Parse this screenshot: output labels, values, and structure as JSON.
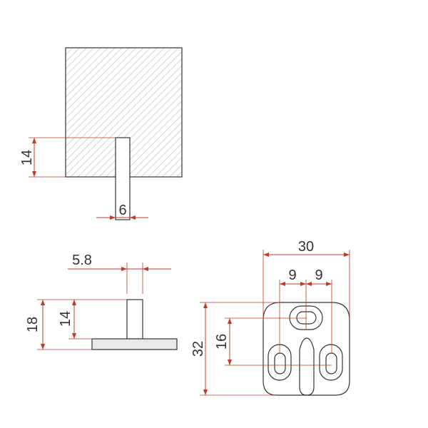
{
  "colors": {
    "outline": "#333333",
    "dimension": "#c0392b",
    "hatch": "#b8b8b8",
    "plate_fill": "#e9e9e9"
  },
  "dimensions": {
    "section_pin_depth": "14",
    "section_pin_width": "6",
    "side_pin_width": "5.8",
    "side_total_height": "18",
    "side_pin_height": "14",
    "front_width": "30",
    "front_left_hole_offset": "9",
    "front_right_hole_offset": "9",
    "front_hole_spacing": "16",
    "front_height": "32"
  }
}
